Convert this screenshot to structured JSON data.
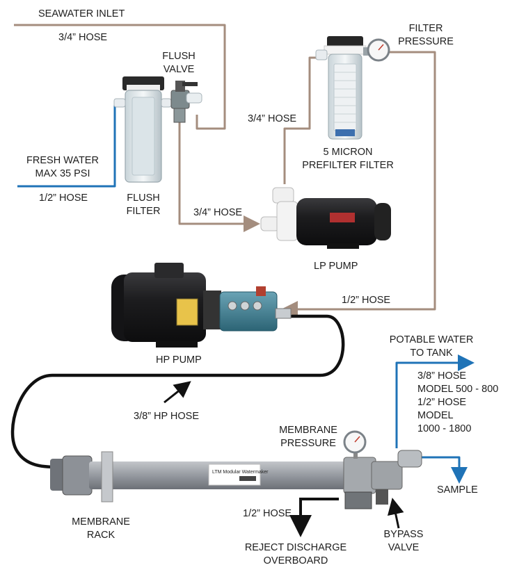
{
  "labels": {
    "seawater_inlet": "SEAWATER INLET",
    "hose_34_top": "3/4” HOSE",
    "flush_valve": "FLUSH\nVALVE",
    "filter_pressure": "FILTER\nPRESSURE",
    "hose_34_prefilter": "3/4” HOSE",
    "fresh_water": "FRESH WATER\nMAX 35 PSI",
    "micron_prefilter": "5 MICRON\nPREFILTER FILTER",
    "hose_12_fresh": "1/2” HOSE",
    "flush_filter": "FLUSH\nFILTER",
    "hose_34_lp": "3/4” HOSE",
    "lp_pump": "LP PUMP",
    "hose_12_hp": "1/2” HOSE",
    "hp_pump": "HP PUMP",
    "potable_water": "POTABLE WATER\nTO TANK",
    "hose_spec": "3/8” HOSE\nMODEL 500 - 800\n1/2” HOSE\nMODEL\n1000 - 1800",
    "hp_hose": "3/8” HP HOSE",
    "membrane_pressure": "MEMBRANE\nPRESSURE",
    "sample": "SAMPLE",
    "membrane_rack": "MEMBRANE\nRACK",
    "hose_12_reject": "1/2” HOSE",
    "bypass_valve": "BYPASS\nVALVE",
    "reject_discharge": "REJECT DISCHARGE\nOVERBOARD"
  },
  "equipment": {
    "membrane_label": "LTM Modular Watermaker"
  },
  "colors": {
    "seawater_line": "#a48d7e",
    "fresh_line": "#1f73b7",
    "hp_hose": "#111111",
    "pump_body": "#1b1b1d",
    "hp_pump_head": "#3d7e92",
    "membrane": "#8f9399"
  }
}
